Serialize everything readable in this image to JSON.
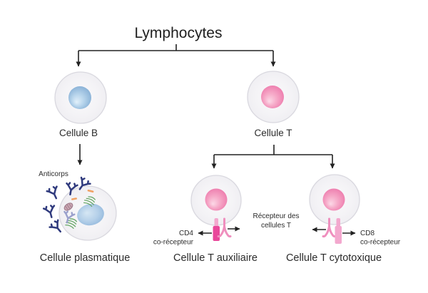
{
  "title": "Lymphocytes",
  "cells": {
    "b": {
      "label": "Cellule B"
    },
    "t": {
      "label": "Cellule T"
    },
    "plasma": {
      "label": "Cellule plasmatique"
    },
    "t_helper": {
      "label": "Cellule T auxiliaire"
    },
    "t_cytotoxic": {
      "label": "Cellule T cytotoxique"
    }
  },
  "annotations": {
    "antibodies": "Anticorps",
    "cd4": {
      "line1": "CD4",
      "line2": "co-récepteur"
    },
    "tcr": {
      "line1": "Récepteur des",
      "line2": "cellules T"
    },
    "cd8": {
      "line1": "CD8",
      "line2": "co-récepteur"
    }
  },
  "colors": {
    "background": "#ffffff",
    "line": "#222222",
    "text": "#2b2b2b",
    "cell_body": "#f2f1f4",
    "cell_border": "#d9d8df",
    "nucleus_blue": "#79a5cf",
    "nucleus_blue_light": "#e2f0fa",
    "nucleus_pink": "#eb6ea5",
    "nucleus_pink_light": "#fcd9e7",
    "plasma_nucleus_blue": "#84aed7",
    "antibody": "#2f3a7d",
    "antibody_light": "#9aa0cc",
    "er_green": "#68a868",
    "granule_orange": "#f0a264",
    "mitochondrion_fill": "#c9a5b1",
    "mitochondrion_stroke": "#9b7888",
    "cd4_receptor": "#e9479a",
    "cd8_receptor": "#f3a8ce",
    "tcr_receptor": "#ef8fbe"
  }
}
